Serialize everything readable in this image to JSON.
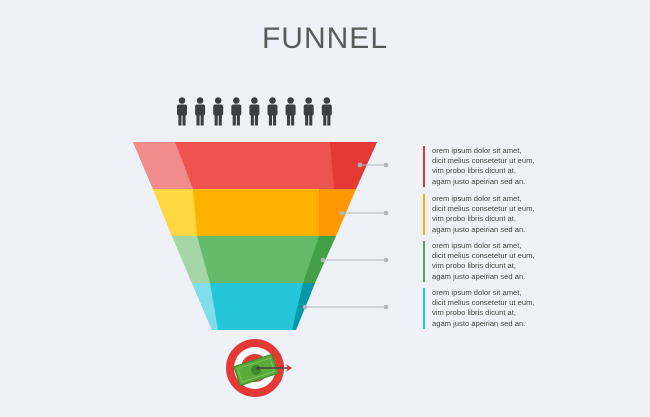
{
  "title": "FUNNEL",
  "stages": [
    {
      "color": "#e53a3a",
      "lines": [
        "orem ipsum dolor sit amet,",
        "dicit melius consetetur ut eum,",
        "vim probo libris dicunt at,",
        "agam justo apeirian sed an."
      ]
    },
    {
      "color": "#f5b400",
      "lines": [
        "orem ipsum dolor sit amet,",
        "dicit melius consetetur ut eum,",
        "vim probo libris dicunt at,",
        "agam justo apeirian sed an."
      ]
    },
    {
      "color": "#4caf50",
      "lines": [
        "orem ipsum dolor sit amet,",
        "dicit melius consetetur ut eum,",
        "vim probo libris dicunt at,",
        "agam justo apeirian sed an."
      ]
    },
    {
      "color": "#26c6da",
      "lines": [
        "orem ipsum dolor sit amet,",
        "dicit melius consetetur ut eum,",
        "vim probo libris dicunt at,",
        "agam justo apeirian sed an."
      ]
    }
  ],
  "people_count": 9,
  "icons": {
    "person": "person-icon",
    "target": "target-icon",
    "money": "money-bill-icon",
    "arrow": "arrow-icon"
  }
}
